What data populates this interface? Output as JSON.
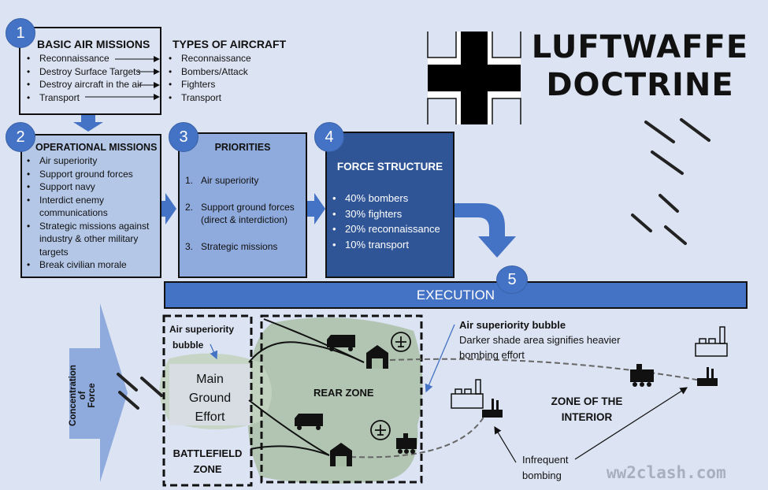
{
  "title": {
    "line1": "LUFTWAFFE",
    "line2": "DOCTRINE"
  },
  "steps": {
    "s1": {
      "number": "1",
      "title": "BASIC AIR MISSIONS",
      "items": [
        "Reconnaissance",
        "Destroy Surface Targets",
        "Destroy aircraft in the air",
        "Transport"
      ]
    },
    "aircraft": {
      "title": "TYPES OF AIRCRAFT",
      "items": [
        "Reconnaissance",
        "Bombers/Attack",
        "Fighters",
        "Transport"
      ]
    },
    "s2": {
      "number": "2",
      "title": "OPERATIONAL MISSIONS",
      "items": [
        "Air superiority",
        "Support ground forces",
        "Support navy",
        "Interdict enemy communications",
        "Strategic missions against industry & other military targets",
        "Break civilian morale"
      ]
    },
    "s3": {
      "number": "3",
      "title": "PRIORITIES",
      "items": [
        {
          "num": "1.",
          "text": "Air superiority"
        },
        {
          "num": "2.",
          "text": "Support ground forces (direct & interdiction)"
        },
        {
          "num": "3.",
          "text": "Strategic missions"
        }
      ]
    },
    "s4": {
      "number": "4",
      "title": "FORCE STRUCTURE",
      "items": [
        "40% bombers",
        "30% fighters",
        "20% reconnaissance",
        "10% transport"
      ]
    },
    "s5": {
      "number": "5",
      "label": "EXECUTION"
    }
  },
  "execution": {
    "concentration": {
      "line1": "Concentration",
      "line2": "of",
      "line3": "Force"
    },
    "battlefield_bubble": {
      "line1": "Air superiority",
      "line2": "bubble"
    },
    "main_effort": {
      "line1": "Main",
      "line2": "Ground",
      "line3": "Effort"
    },
    "battlefield_zone": {
      "line1": "BATTLEFIELD",
      "line2": "ZONE"
    },
    "rear_zone": "REAR ZONE",
    "bubble_note": {
      "title": "Air superiority bubble",
      "line1": "Darker shade area signifies heavier",
      "line2": "bombing effort"
    },
    "interior": {
      "line1": "ZONE OF THE",
      "line2": "INTERIOR"
    },
    "infrequent": {
      "line1": "Infrequent",
      "line2": "bombing"
    }
  },
  "colors": {
    "background": "#dce3f2",
    "box2": "#b4c7e7",
    "box3": "#8faadc",
    "box4": "#2f5597",
    "accent": "#4472c4",
    "bubble": "#a9bfa7"
  },
  "watermark": "ww2clash.com"
}
